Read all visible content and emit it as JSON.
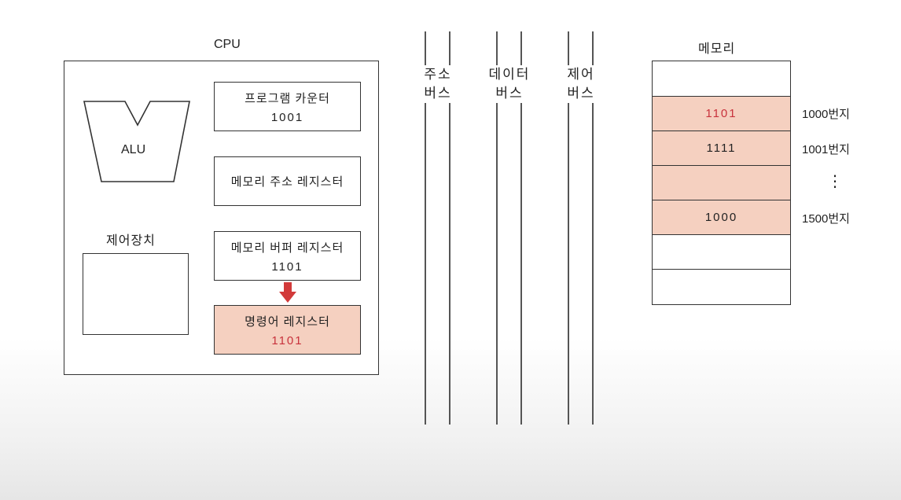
{
  "cpu": {
    "title": "CPU",
    "alu_label": "ALU",
    "control_unit_label": "제어장치",
    "registers": {
      "program_counter": {
        "name": "프로그램 카운터",
        "value": "1001"
      },
      "memory_address_register": {
        "name": "메모리 주소 레지스터"
      },
      "memory_buffer_register": {
        "name": "메모리 버퍼 레지스터",
        "value": "1101"
      },
      "instruction_register": {
        "name": "명령어 레지스터",
        "value": "1101"
      }
    }
  },
  "buses": {
    "address": {
      "line1": "주소",
      "line2": "버스"
    },
    "data": {
      "line1": "데이터",
      "line2": "버스"
    },
    "control": {
      "line1": "제어",
      "line2": "버스"
    }
  },
  "memory": {
    "title": "메모리",
    "cells": [
      {
        "value": "",
        "highlighted": false
      },
      {
        "value": "1101",
        "highlighted": true
      },
      {
        "value": "1111",
        "highlighted": true
      },
      {
        "value": "",
        "highlighted": true
      },
      {
        "value": "1000",
        "highlighted": true
      },
      {
        "value": "",
        "highlighted": false
      },
      {
        "value": "",
        "highlighted": false
      }
    ],
    "addresses": {
      "addr_1000": "1000번지",
      "addr_1001": "1001번지",
      "ellipsis": "⋮",
      "addr_1500": "1500번지"
    }
  },
  "colors": {
    "highlight_fill": "#f5d0c0",
    "arrow": "#d23a3a",
    "value_red": "#c8323c"
  }
}
